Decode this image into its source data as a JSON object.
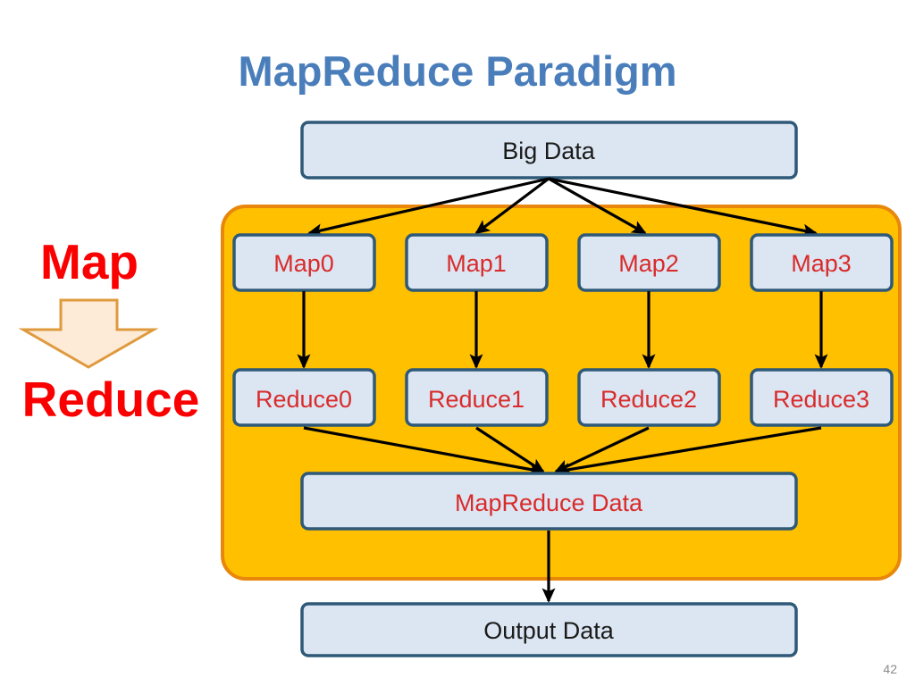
{
  "slide": {
    "title": "MapReduce Paradigm",
    "page_number": "42",
    "title_color": "#4a7ebb",
    "background_color": "#ffffff"
  },
  "side_labels": {
    "map": "Map",
    "reduce": "Reduce",
    "color": "#fa0000",
    "arrow_fill": "#fdebd8",
    "arrow_stroke": "#e09a3e",
    "arrow_icon": "down-arrow-icon"
  },
  "panel": {
    "name": "mapreduce-cluster-panel",
    "fill_color": "#ffc000",
    "border_color": "#e8870b"
  },
  "boxes": {
    "input": {
      "label": "Big Data",
      "text_color": "#1a1a1a",
      "fill_color": "#dce6f2",
      "border_color": "#2e5978"
    },
    "map": [
      {
        "label": "Map0",
        "text_color": "#d92b2b"
      },
      {
        "label": "Map1",
        "text_color": "#d92b2b"
      },
      {
        "label": "Map2",
        "text_color": "#d92b2b"
      },
      {
        "label": "Map3",
        "text_color": "#d92b2b"
      }
    ],
    "reduce": [
      {
        "label": "Reduce0",
        "text_color": "#d92b2b"
      },
      {
        "label": "Reduce1",
        "text_color": "#d92b2b"
      },
      {
        "label": "Reduce2",
        "text_color": "#d92b2b"
      },
      {
        "label": "Reduce3",
        "text_color": "#d92b2b"
      }
    ],
    "intermediate": {
      "label": "MapReduce Data",
      "text_color": "#d92b2b"
    },
    "output": {
      "label": "Output Data",
      "text_color": "#1a1a1a"
    }
  },
  "flows": {
    "split_from_input": "Big Data fans out to Map0, Map1, Map2, Map3",
    "map_to_reduce": "Each MapN feeds ReduceN",
    "merge_to_intermediate": "Reduce0-3 converge into MapReduce Data",
    "intermediate_to_output": "MapReduce Data flows to Output Data",
    "arrow_color": "#000000"
  }
}
